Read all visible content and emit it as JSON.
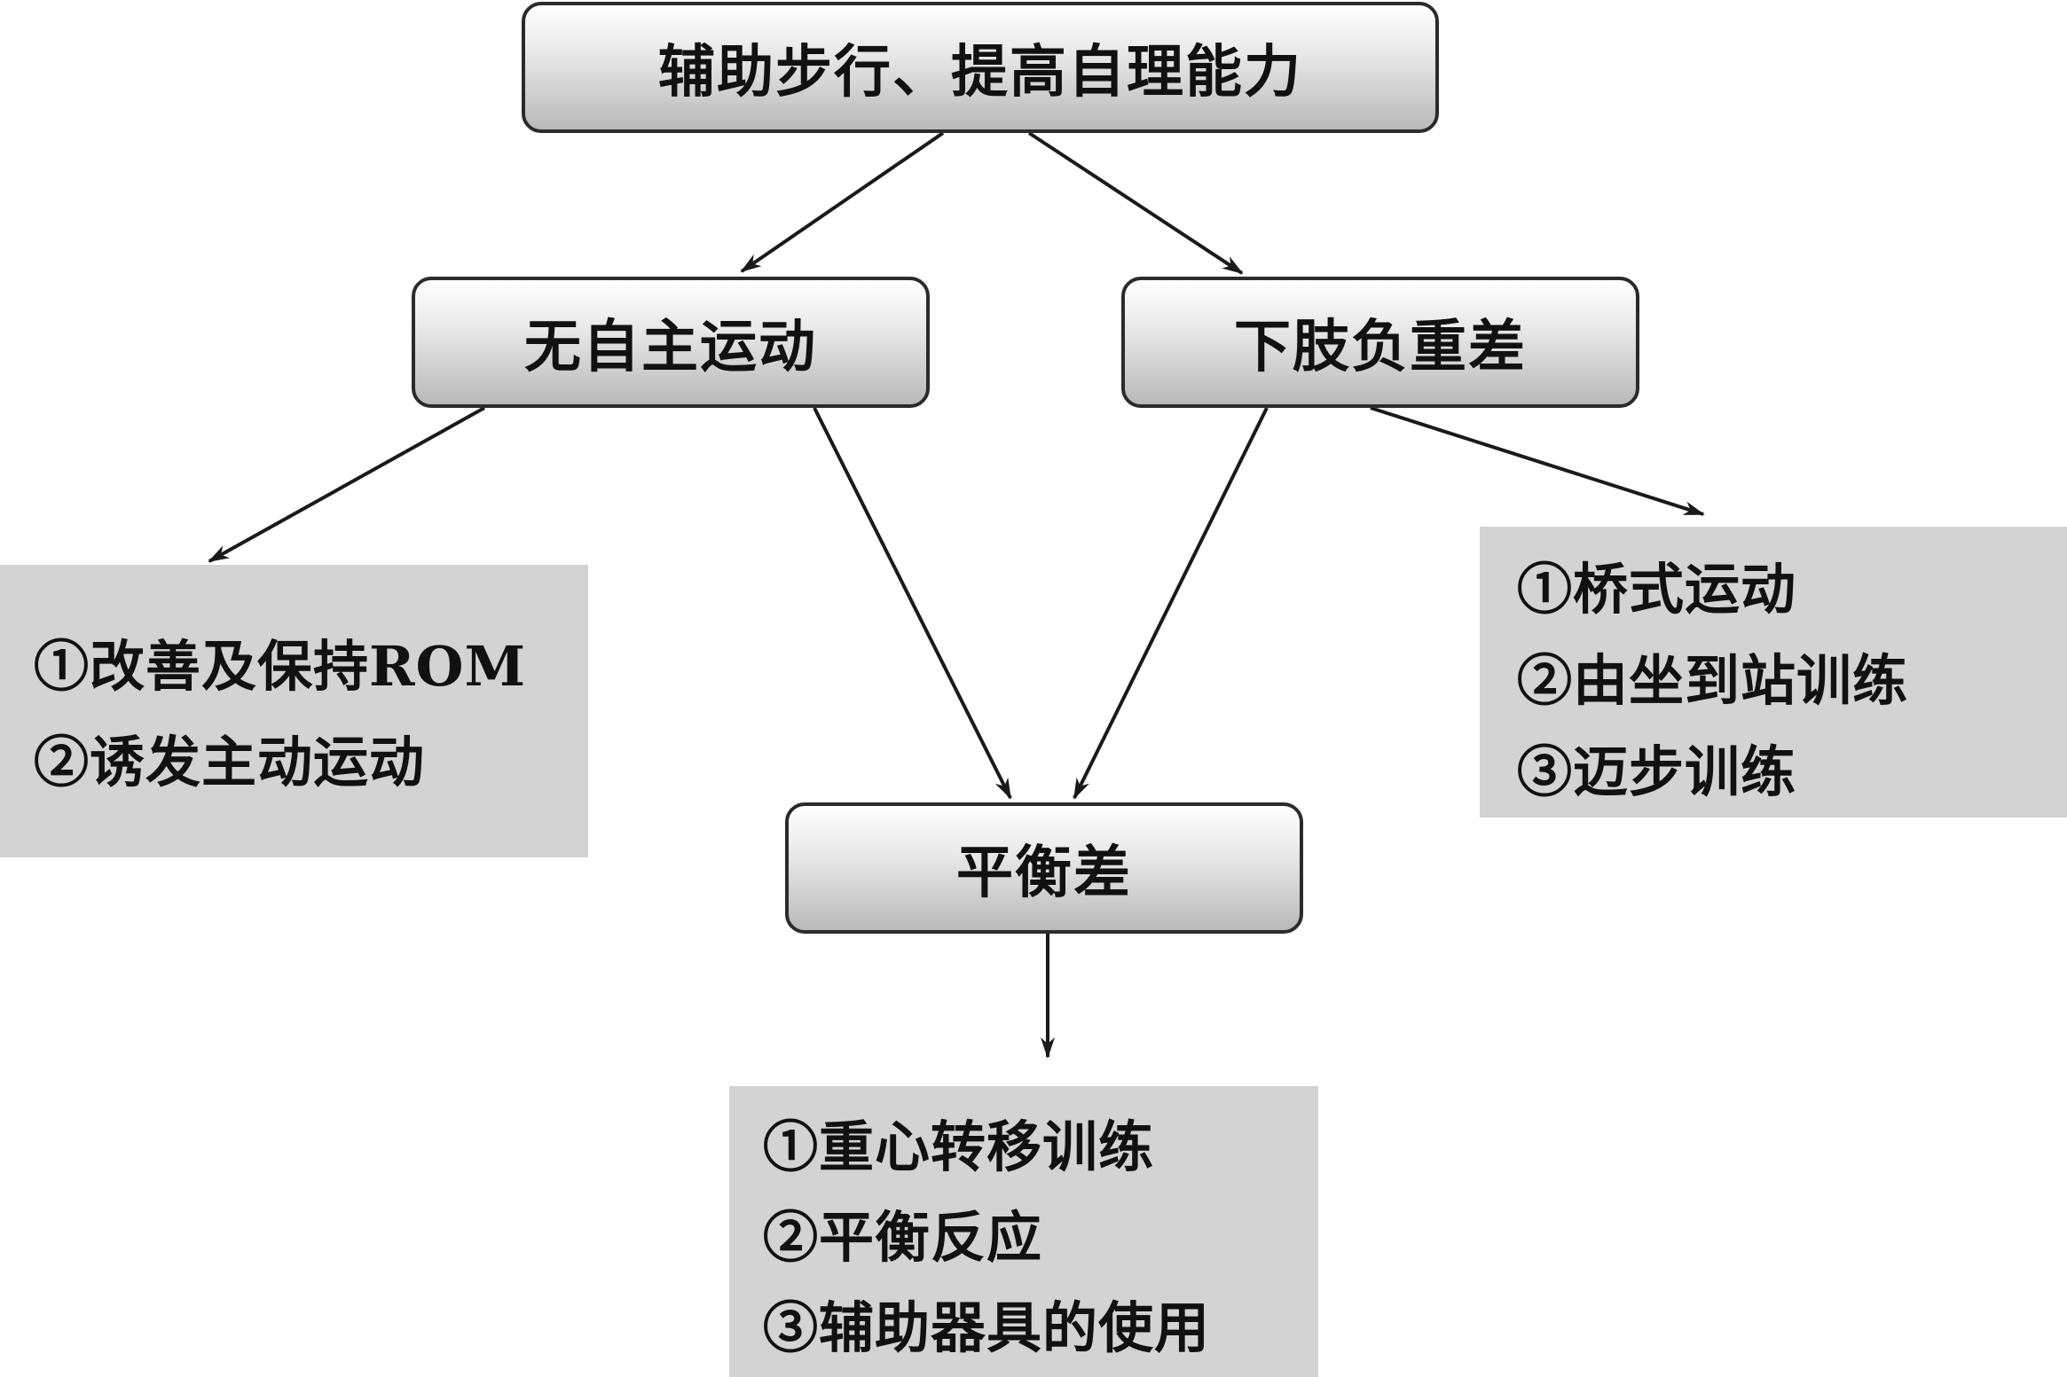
{
  "nodes": {
    "top": "辅助步行、提高自理能力",
    "left": "无自主运动",
    "right": "下肢负重差",
    "balance": "平衡差"
  },
  "panels": {
    "left": [
      "①改善及保持ROM",
      "②诱发主动运动"
    ],
    "right": [
      "①桥式运动",
      "②由坐到站训练",
      "③迈步训练"
    ],
    "bottom": [
      "①重心转移训练",
      "②平衡反应",
      "③辅助器具的使用"
    ]
  }
}
